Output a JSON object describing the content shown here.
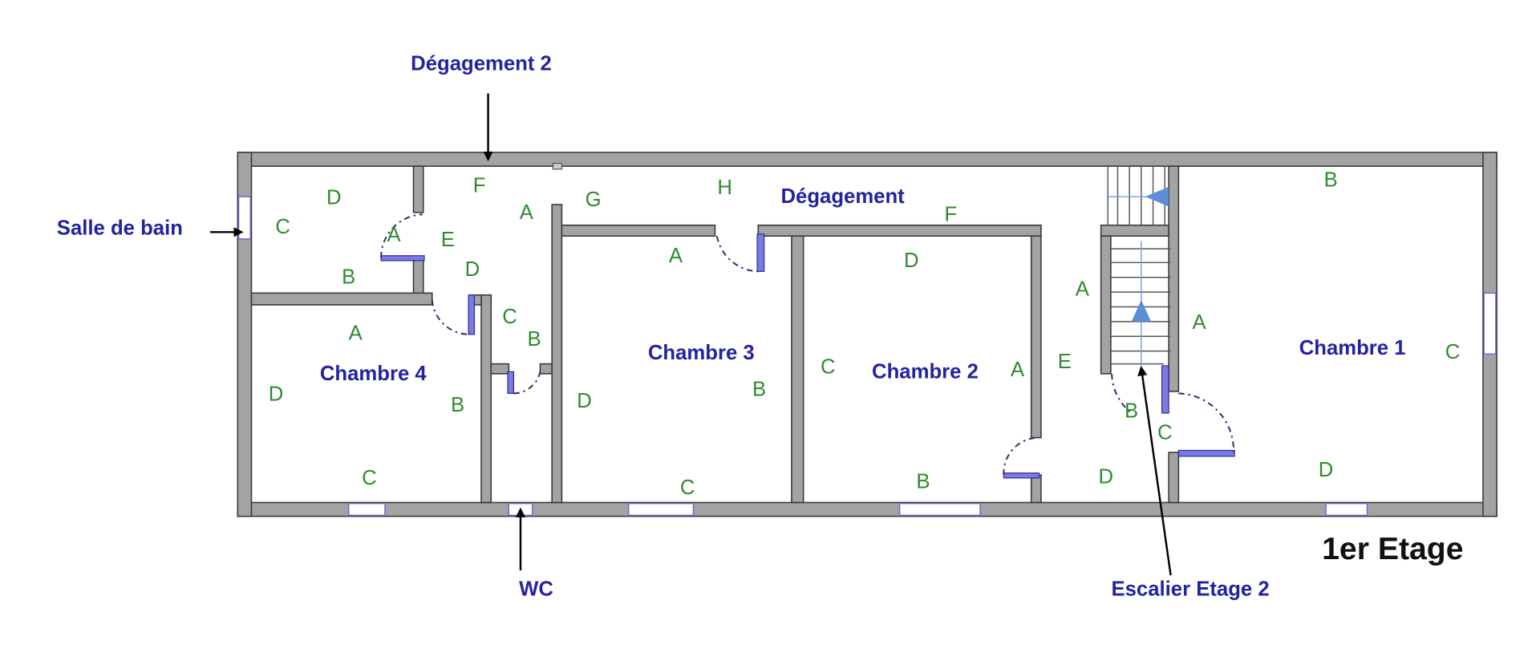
{
  "floor_title": "1er Etage",
  "rooms": {
    "degagement": "Dégagement",
    "chambre1": "Chambre 1",
    "chambre2": "Chambre 2",
    "chambre3": "Chambre 3",
    "chambre4": "Chambre 4"
  },
  "callouts": {
    "degagement2": "Dégagement 2",
    "salle_de_bain": "Salle de bain",
    "wc": "WC",
    "escalier": "Escalier Etage 2"
  },
  "zone_letters": [
    "D",
    "C",
    "F",
    "A",
    "G",
    "H",
    "A",
    "E",
    "B",
    "D",
    "A",
    "C",
    "B",
    "D",
    "B",
    "C",
    "A",
    "D",
    "B",
    "C",
    "F",
    "D",
    "C",
    "A",
    "B",
    "A",
    "E",
    "B",
    "C",
    "D",
    "B",
    "A",
    "C",
    "D"
  ],
  "colors": {
    "wall": "#a3a3a3",
    "zone_letter": "#2e8b2e",
    "room_label": "#2323a0",
    "door": "#7b7be0"
  }
}
